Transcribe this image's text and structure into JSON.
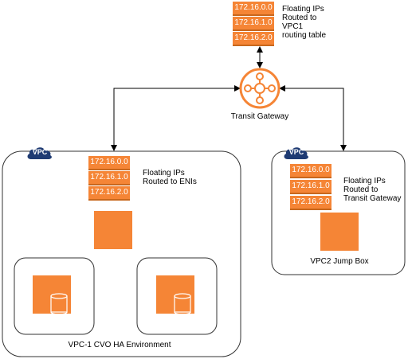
{
  "top_routes": {
    "ips": [
      "172.16.0.0",
      "172.16.1.0",
      "172.16.2.0"
    ],
    "note_lines": [
      "Floating IPs",
      "Routed to",
      "VPC1",
      "routing table"
    ]
  },
  "transit_gateway": {
    "label": "Transit Gateway",
    "icon": "transit-gateway-icon"
  },
  "vpc1": {
    "badge": "VPC",
    "ips": [
      "172.16.0.0",
      "172.16.1.0",
      "172.16.2.0"
    ],
    "note_lines": [
      "Floating IPs",
      "Routed to ENIs"
    ],
    "caption": "VPC-1 CVO HA Environment"
  },
  "vpc2": {
    "badge": "VPC",
    "ips": [
      "172.16.0.0",
      "172.16.1.0",
      "172.16.2.0"
    ],
    "note_lines": [
      "Floating IPs",
      "Routed to",
      "Transit Gateway"
    ],
    "caption": "VPC2 Jump Box"
  },
  "colors": {
    "orange": "#f58536",
    "vpc_badge": "#1f3b73",
    "border": "#333333"
  }
}
